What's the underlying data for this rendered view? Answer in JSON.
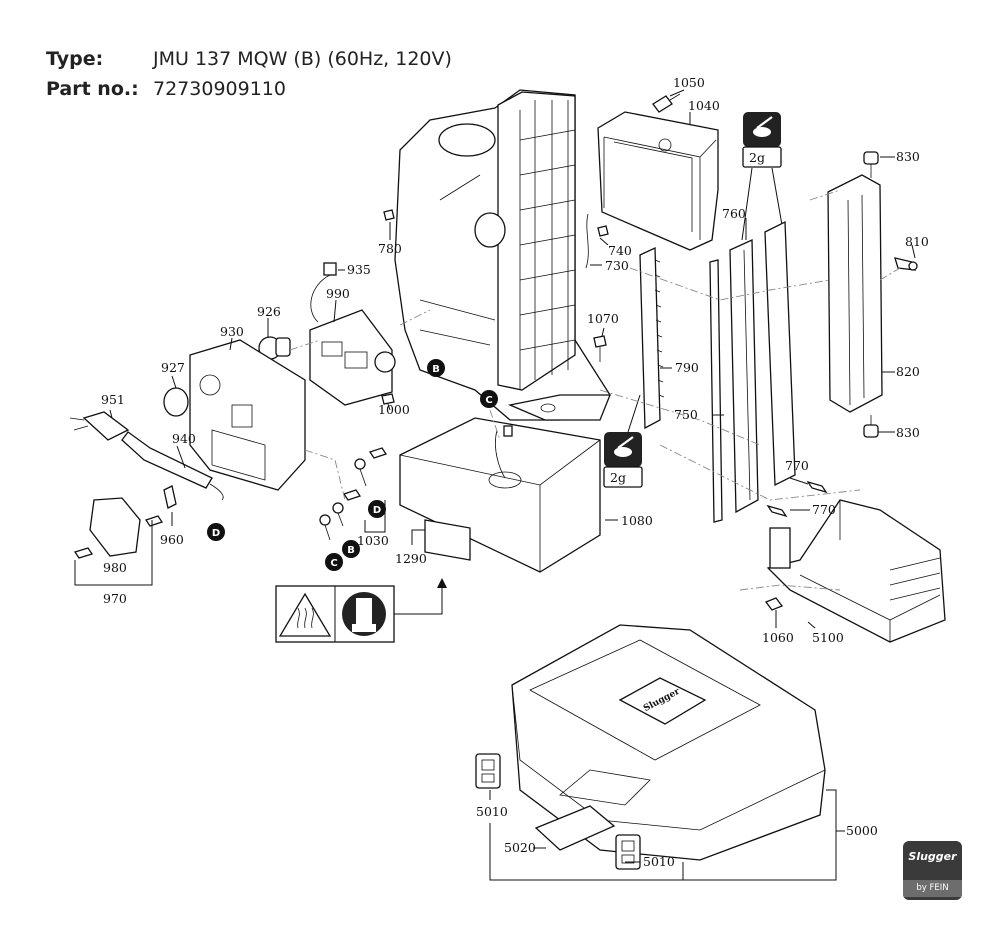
{
  "header": {
    "type_label": "Type:",
    "type_value": "JMU 137 MQW (B) (60Hz, 120V)",
    "partno_label": "Part no.:",
    "partno_value": "72730909110"
  },
  "callouts": {
    "c1050": "1050",
    "c1040": "1040",
    "c830a": "830",
    "c810": "810",
    "c820": "820",
    "c830b": "830",
    "c760": "760",
    "c740": "740",
    "c730": "730",
    "c780": "780",
    "c935": "935",
    "c990": "990",
    "c926": "926",
    "c930": "930",
    "c927": "927",
    "c1000": "1000",
    "c1070": "1070",
    "c790": "790",
    "c750": "750",
    "c770a": "770",
    "c770b": "770",
    "c951": "951",
    "c940": "940",
    "c960": "960",
    "c980": "980",
    "c970": "970",
    "c1030": "1030",
    "c1080": "1080",
    "c1290": "1290",
    "c1060": "1060",
    "c5100": "5100",
    "c5010a": "5010",
    "c5010b": "5010",
    "c5020": "5020",
    "c5000": "5000"
  },
  "markers": {
    "b1": "B",
    "b2": "B",
    "c1": "C",
    "c2": "C",
    "d1": "D",
    "d2": "D"
  },
  "grease_labels": {
    "g1": "2g",
    "g2": "2g"
  },
  "logo": {
    "brand": "Slugger",
    "sub": "by FEIN"
  },
  "case_badge": "Slugger"
}
